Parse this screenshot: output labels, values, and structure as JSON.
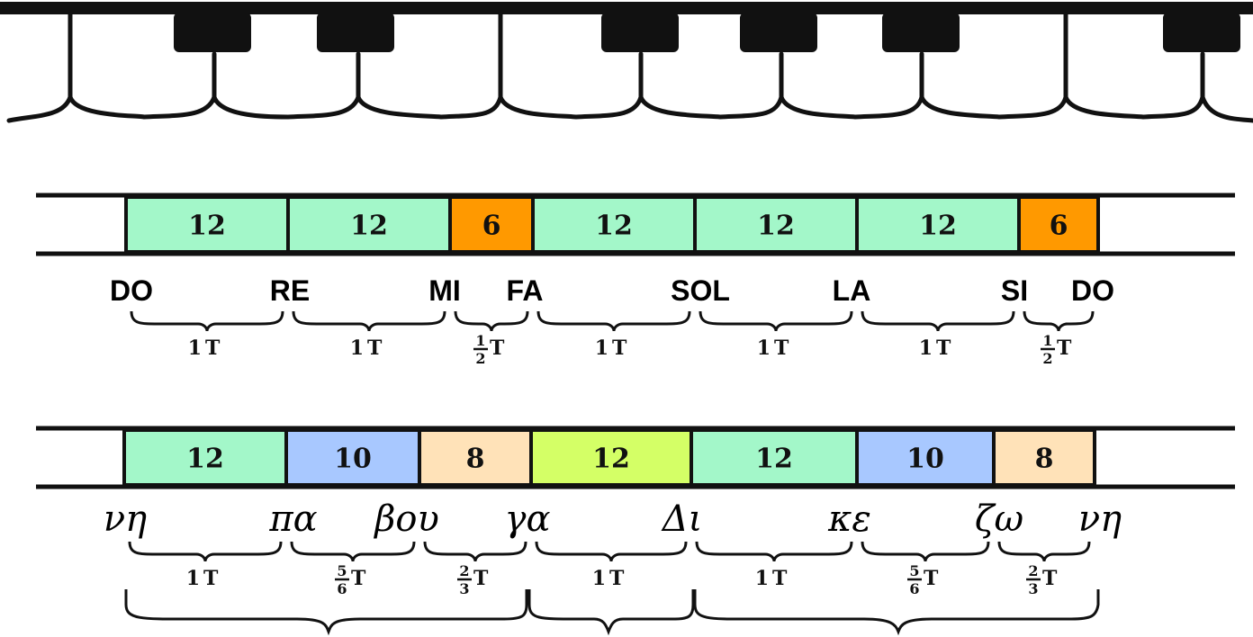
{
  "colors": {
    "tone": "#a3f7c9",
    "semitone": "#ff9900",
    "minor_tone": "#a8c8ff",
    "least_tone": "#ffe2b8",
    "tone_alt": "#d4ff66",
    "ink": "#111111"
  },
  "western_scale": {
    "cells": [
      {
        "value": "12",
        "color": "#a3f7c9"
      },
      {
        "value": "12",
        "color": "#a3f7c9"
      },
      {
        "value": "6",
        "color": "#ff9900"
      },
      {
        "value": "12",
        "color": "#a3f7c9"
      },
      {
        "value": "12",
        "color": "#a3f7c9"
      },
      {
        "value": "12",
        "color": "#a3f7c9"
      },
      {
        "value": "6",
        "color": "#ff9900"
      }
    ],
    "notes": [
      "DO",
      "RE",
      "MI",
      "FA",
      "SOL",
      "LA",
      "SI",
      "DO"
    ],
    "intervals": [
      {
        "whole": "1",
        "num": "",
        "den": "",
        "unit": "T"
      },
      {
        "whole": "1",
        "num": "",
        "den": "",
        "unit": "T"
      },
      {
        "whole": "",
        "num": "1",
        "den": "2",
        "unit": "T"
      },
      {
        "whole": "1",
        "num": "",
        "den": "",
        "unit": "T"
      },
      {
        "whole": "1",
        "num": "",
        "den": "",
        "unit": "T"
      },
      {
        "whole": "1",
        "num": "",
        "den": "",
        "unit": "T"
      },
      {
        "whole": "",
        "num": "1",
        "den": "2",
        "unit": "T"
      }
    ]
  },
  "byzantine_scale": {
    "cells": [
      {
        "value": "12",
        "color": "#a3f7c9"
      },
      {
        "value": "10",
        "color": "#a8c8ff"
      },
      {
        "value": "8",
        "color": "#ffe2b8"
      },
      {
        "value": "12",
        "color": "#d4ff66"
      },
      {
        "value": "12",
        "color": "#a3f7c9"
      },
      {
        "value": "10",
        "color": "#a8c8ff"
      },
      {
        "value": "8",
        "color": "#ffe2b8"
      }
    ],
    "notes": [
      "νη",
      "πα",
      "βου",
      "γα",
      "Δι",
      "κε",
      "ζω",
      "νη"
    ],
    "intervals": [
      {
        "whole": "1",
        "num": "",
        "den": "",
        "unit": "T"
      },
      {
        "whole": "",
        "num": "5",
        "den": "6",
        "unit": "T"
      },
      {
        "whole": "",
        "num": "2",
        "den": "3",
        "unit": "T"
      },
      {
        "whole": "1",
        "num": "",
        "den": "",
        "unit": "T"
      },
      {
        "whole": "1",
        "num": "",
        "den": "",
        "unit": "T"
      },
      {
        "whole": "",
        "num": "5",
        "den": "6",
        "unit": "T"
      },
      {
        "whole": "",
        "num": "2",
        "den": "3",
        "unit": "T"
      }
    ]
  }
}
